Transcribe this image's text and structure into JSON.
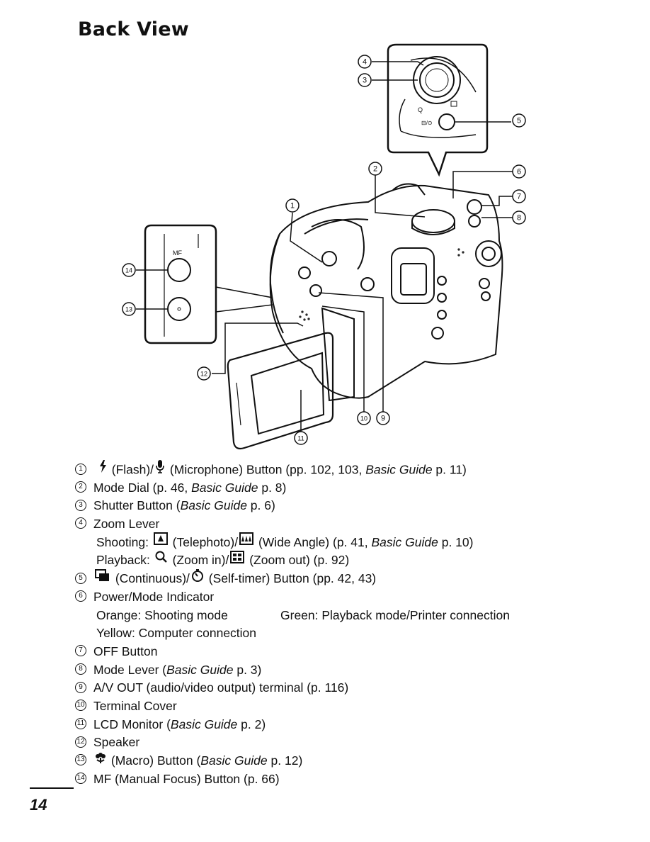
{
  "page": {
    "title": "Back View",
    "page_number": "14"
  },
  "callouts": [
    "1",
    "2",
    "3",
    "4",
    "5",
    "6",
    "7",
    "8",
    "9",
    "10",
    "11",
    "12",
    "13",
    "14"
  ],
  "inset_labels": {
    "mf": "MF"
  },
  "legend": [
    {
      "n": "1",
      "pre": "",
      "icon1": "flash-icon",
      "mid1": " (Flash)/",
      "icon2": "microphone-icon",
      "post": " (Microphone) Button (pp. 102, 103, ",
      "italic": "Basic Guide",
      "tail": " p. 11)"
    },
    {
      "n": "2",
      "pre": "Mode Dial (p. 46, ",
      "italic": "Basic Guide",
      "tail": " p. 8)"
    },
    {
      "n": "3",
      "pre": "Shutter Button (",
      "italic": "Basic Guide",
      "tail": " p. 6)"
    },
    {
      "n": "4",
      "pre": "Zoom Lever"
    }
  ],
  "zoom": {
    "shooting_label": "Shooting: ",
    "telephoto": " (Telephoto)/",
    "wide": " (Wide Angle) (p. 41, ",
    "italic": "Basic Guide",
    "wide_tail": " p. 10)",
    "playback_label": "Playback: ",
    "zoom_in": " (Zoom in)/",
    "zoom_out": " (Zoom out) (p. 92)"
  },
  "item5": {
    "n": "5",
    "continuous": " (Continuous)/",
    "selftimer": " (Self-timer) Button (pp. 42, 43)"
  },
  "item6": {
    "n": "6",
    "label": "Power/Mode Indicator",
    "orange": "Orange: Shooting mode",
    "green": "Green: Playback mode/Printer connection",
    "yellow": "Yellow: Computer connection"
  },
  "rest": [
    {
      "n": "7",
      "pre": "OFF Button"
    },
    {
      "n": "8",
      "pre": "Mode Lever (",
      "italic": "Basic Guide",
      "tail": " p. 3)"
    },
    {
      "n": "9",
      "pre": "A/V OUT (audio/video output) terminal (p. 116)"
    },
    {
      "n": "10",
      "pre": "Terminal Cover"
    },
    {
      "n": "11",
      "pre": "LCD Monitor (",
      "italic": "Basic Guide",
      "tail": " p. 2)"
    },
    {
      "n": "12",
      "pre": "Speaker"
    },
    {
      "n": "13",
      "icon": "macro-icon",
      "pre": " (Macro) Button (",
      "italic": "Basic Guide",
      "tail": " p. 12)"
    },
    {
      "n": "14",
      "pre": "MF (Manual Focus) Button (p. 66)"
    }
  ]
}
